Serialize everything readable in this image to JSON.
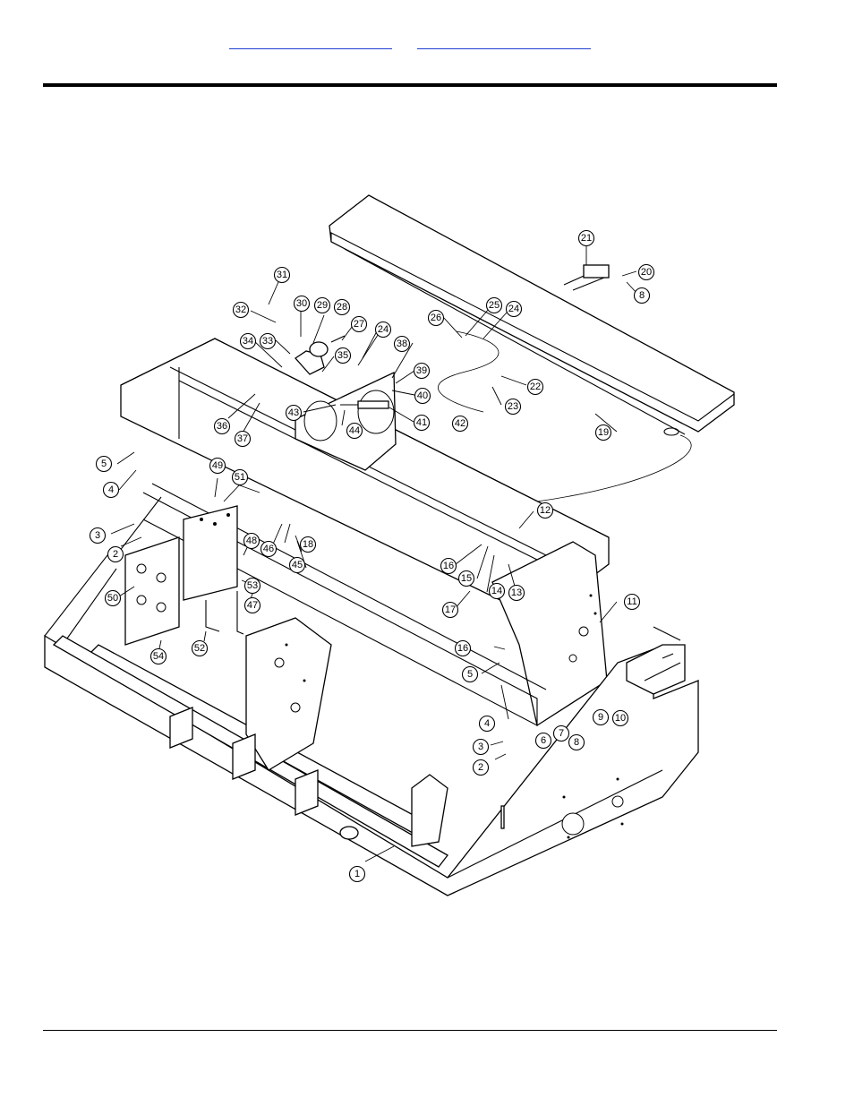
{
  "header": {
    "links": [
      {
        "label": ""
      },
      {
        "label": ""
      }
    ]
  },
  "diagram": {
    "callouts": [
      "1",
      "2",
      "3",
      "4",
      "5",
      "6",
      "7",
      "8",
      "9",
      "10",
      "11",
      "12",
      "13",
      "14",
      "15",
      "16",
      "17",
      "18",
      "19",
      "20",
      "21",
      "22",
      "23",
      "24",
      "25",
      "26",
      "27",
      "28",
      "29",
      "30",
      "31",
      "32",
      "33",
      "34",
      "35",
      "36",
      "37",
      "38",
      "39",
      "40",
      "41",
      "42",
      "43",
      "44",
      "45",
      "46",
      "47",
      "48",
      "49",
      "50",
      "51",
      "52",
      "53",
      "54"
    ]
  },
  "colors": {
    "link": "#1f3fd0",
    "line": "#000000"
  }
}
